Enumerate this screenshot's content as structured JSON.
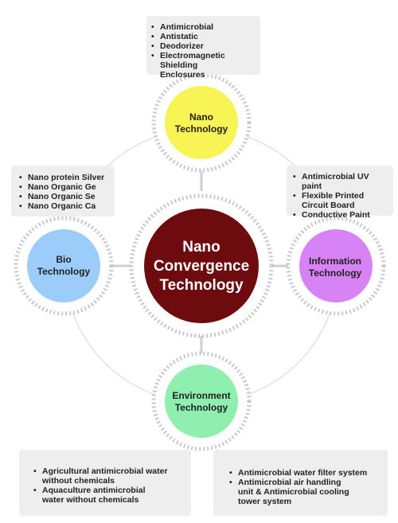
{
  "center": {
    "line1": "Nano",
    "line2": "Convergence",
    "line3": "Technology",
    "color": "#6e0b0e"
  },
  "nodes": {
    "nano": {
      "line1": "Nano",
      "line2": "Technology",
      "color": "#f8f455"
    },
    "bio": {
      "line1": "Bio",
      "line2": "Technology",
      "color": "#9ccdfa"
    },
    "info": {
      "line1": "Information",
      "line2": "Technology",
      "color": "#d883f5"
    },
    "env": {
      "line1": "Environment",
      "line2": "Technology",
      "color": "#8fefae"
    }
  },
  "boxes": {
    "nano": [
      "Antimicrobial",
      "Antistatic",
      "Deodorizer",
      "Electromagnetic Shielding\nEnclosures"
    ],
    "bio": [
      "Nano protein Silver",
      "Nano Organic Ge",
      "Nano Organic Se",
      "Nano Organic Ca"
    ],
    "info": [
      "Antimicrobial UV paint",
      "Flexible Printed\nCircuit Board",
      "Conductive Paint"
    ],
    "env": [
      "Agricultural antimicrobial water\nwithout chemicals",
      "Aquaculture antimicrobial\nwater without chemicals"
    ],
    "other": [
      "Antimicrobial water  filter system",
      "Antimicrobial air handling\nunit & Antimicrobial cooling\ntower system"
    ]
  }
}
